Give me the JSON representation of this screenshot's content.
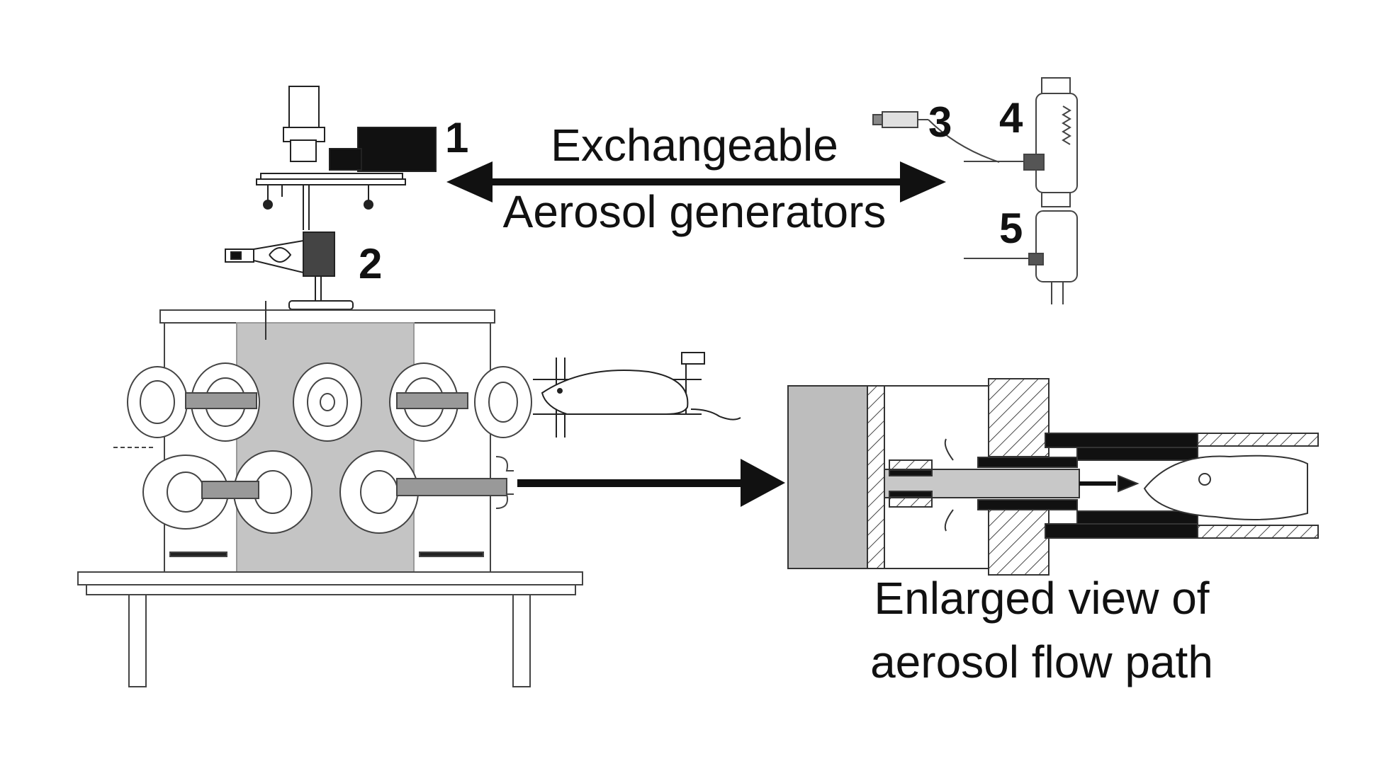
{
  "labels": {
    "n1": "1",
    "n2": "2",
    "n3": "3",
    "n4": "4",
    "n5": "5"
  },
  "captions": {
    "exchangeable": "Exchangeable",
    "aerosol_generators": "Aerosol generators",
    "enlarged_line1": "Enlarged view of",
    "enlarged_line2": "aerosol flow path"
  },
  "colors": {
    "ink": "#111111",
    "line": "#333333",
    "fill_gray": "#c4c4c4",
    "panel_gray": "#bdbdbd"
  }
}
